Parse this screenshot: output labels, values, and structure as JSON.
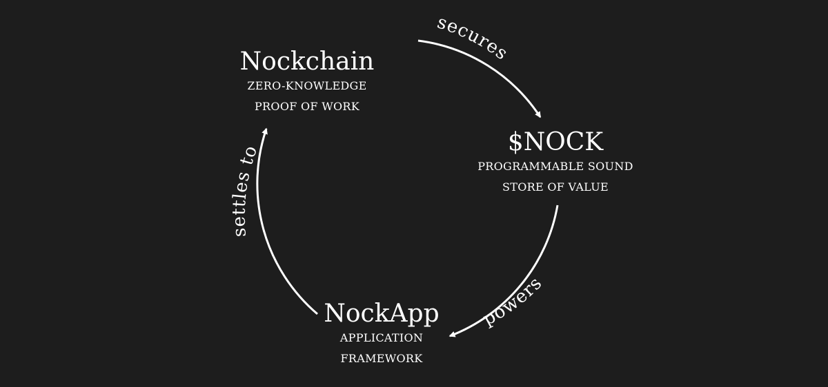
{
  "colors": {
    "background": "#1d1d1d",
    "foreground": "#ffffff"
  },
  "nodes": {
    "nockchain": {
      "title": "Nockchain",
      "subtitle_line1": "ZERO-KNOWLEDGE",
      "subtitle_line2": "PROOF OF WORK"
    },
    "nock": {
      "title": "$NOCK",
      "subtitle_line1": "PROGRAMMABLE SOUND",
      "subtitle_line2": "STORE OF VALUE"
    },
    "nockapp": {
      "title": "NockApp",
      "subtitle_line1": "APPLICATION",
      "subtitle_line2": "FRAMEWORK"
    }
  },
  "edges": {
    "secures": "secures",
    "powers": "powers",
    "settles_to": "settles to"
  }
}
